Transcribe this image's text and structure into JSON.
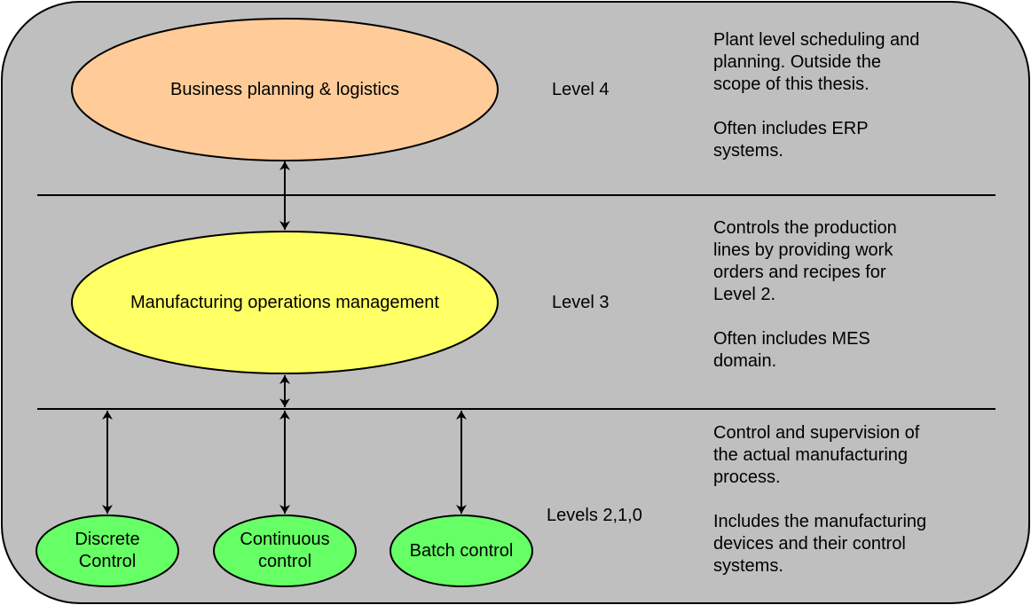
{
  "colors": {
    "background_panel": "#bfbfbf",
    "level4_fill": "#ffcc99",
    "level3_fill": "#ffff66",
    "level210_fill": "#66ff66",
    "stroke": "#000000"
  },
  "levels": {
    "level4": {
      "node": "Business planning & logistics",
      "label": "Level 4",
      "description": "Plant level scheduling and\nplanning. Outside the\nscope of this thesis.\n\nOften includes ERP\nsystems."
    },
    "level3": {
      "node": "Manufacturing operations management",
      "label": "Level 3",
      "description": "Controls the production\nlines by providing work\norders and recipes for\nLevel 2.\n\nOften includes MES\ndomain."
    },
    "level210": {
      "label": "Levels 2,1,0",
      "description": "Control and supervision of\nthe actual manufacturing\nprocess.\n\nIncludes the manufacturing\ndevices and their control\nsystems.",
      "nodes": [
        "Discrete\nControl",
        "Continuous\ncontrol",
        "Batch control"
      ]
    }
  }
}
